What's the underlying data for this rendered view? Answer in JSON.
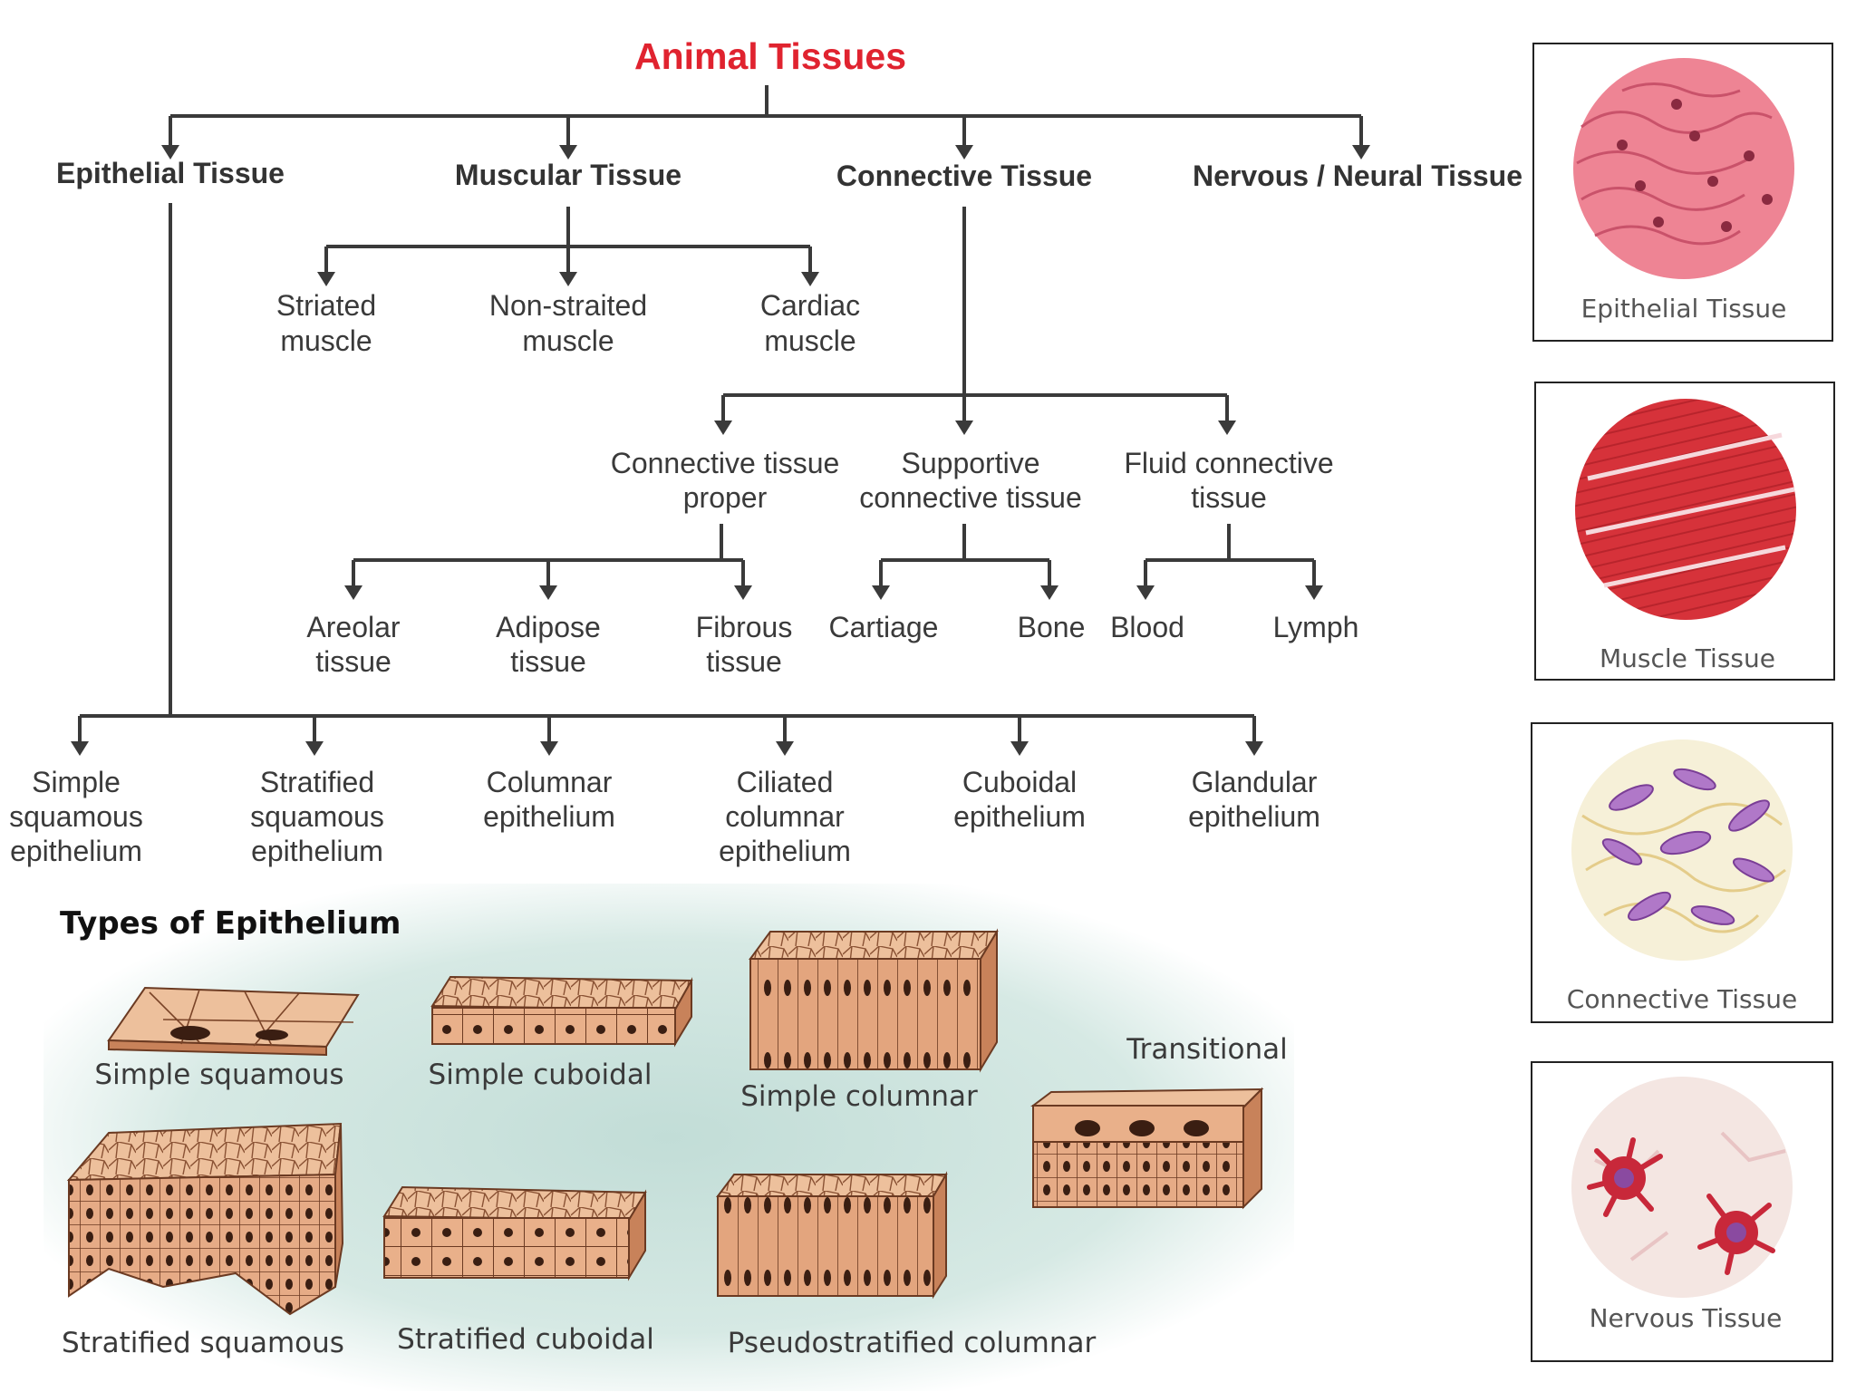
{
  "title": "Animal Tissues",
  "categories": {
    "epithelial": "Epithelial Tissue",
    "muscular": "Muscular Tissue",
    "connective": "Connective Tissue",
    "nervous": "Nervous / Neural Tissue"
  },
  "muscle_types": [
    [
      "Striated",
      "muscle"
    ],
    [
      "Non-straited",
      "muscle"
    ],
    [
      "Cardiac",
      "muscle"
    ]
  ],
  "connective_types": [
    [
      "Connective tissue",
      "proper"
    ],
    [
      "Supportive",
      "connective tissue"
    ],
    [
      "Fluid connective",
      "tissue"
    ]
  ],
  "connective_proper_types": [
    [
      "Areolar",
      "tissue"
    ],
    [
      "Adipose",
      "tissue"
    ],
    [
      "Fibrous",
      "tissue"
    ]
  ],
  "supportive_types": [
    "Cartiage",
    "Bone"
  ],
  "fluid_types": [
    "Blood",
    "Lymph"
  ],
  "epithelium_types": [
    [
      "Simple",
      "squamous",
      "epithelium"
    ],
    [
      "Stratified",
      "squamous",
      "epithelium"
    ],
    [
      "Columnar",
      "epithelium"
    ],
    [
      "Ciliated",
      "columnar",
      "epithelium"
    ],
    [
      "Cuboidal",
      "epithelium"
    ],
    [
      "Glandular",
      "epithelium"
    ]
  ],
  "types_of_epithelium": {
    "title": "Types of Epithelium",
    "labels": {
      "simple_squamous": "Simple squamous",
      "simple_cuboidal": "Simple cuboidal",
      "simple_columnar": "Simple columnar",
      "transitional": "Transitional",
      "stratified_squamous": "Stratified squamous",
      "stratified_cuboidal": "Stratified cuboidal",
      "pseudostratified_columnar": "Pseudostratified columnar"
    }
  },
  "sample_cards": [
    "Epithelial Tissue",
    "Muscle Tissue",
    "Connective Tissue",
    "Nervous Tissue"
  ],
  "colors": {
    "title": "#e0232f",
    "line": "#3a3a3a",
    "epithelial_sample": "#ee8494",
    "muscle_sample": "#d6323a",
    "connective_sample": "#b078c8",
    "nervous_sample": "#c8283a",
    "cell_fill": "#e3a57e",
    "panel_teal": "#bfdcd6"
  }
}
